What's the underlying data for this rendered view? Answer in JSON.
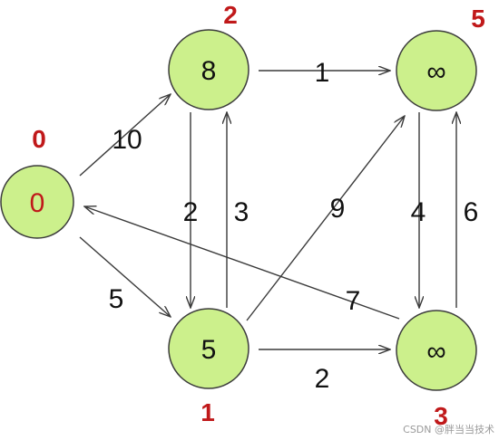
{
  "graph": {
    "nodes": [
      {
        "id": "0",
        "value": "0"
      },
      {
        "id": "1",
        "value": "5"
      },
      {
        "id": "2",
        "value": "8"
      },
      {
        "id": "3",
        "value": "∞"
      },
      {
        "id": "5",
        "value": "∞"
      }
    ],
    "edges": [
      {
        "from": "0",
        "to": "2",
        "weight": "10"
      },
      {
        "from": "0",
        "to": "1",
        "weight": "5"
      },
      {
        "from": "2",
        "to": "5",
        "weight": "1"
      },
      {
        "from": "2",
        "to": "1",
        "weight": "2"
      },
      {
        "from": "1",
        "to": "2",
        "weight": "3"
      },
      {
        "from": "1",
        "to": "5",
        "weight": "9"
      },
      {
        "from": "1",
        "to": "3",
        "weight": "2"
      },
      {
        "from": "5",
        "to": "3",
        "weight": "4"
      },
      {
        "from": "3",
        "to": "5",
        "weight": "6"
      },
      {
        "from": "3",
        "to": "0",
        "weight": "7"
      }
    ]
  },
  "watermark": "CSDN @胖当当技术",
  "colors": {
    "node_fill": "#ccf08c",
    "label_red": "#c0191a",
    "edge": "#3a3a3a"
  }
}
